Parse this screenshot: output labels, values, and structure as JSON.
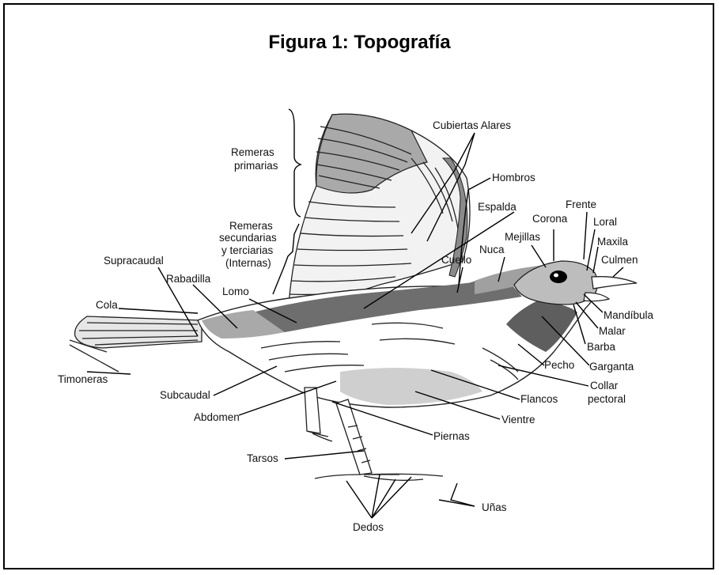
{
  "title": "Figura 1: Topografía",
  "colors": {
    "dark_band": "#6e6e6e",
    "mid_band": "#a9a9a9",
    "light_band": "#cfcfcf",
    "line": "#000000"
  },
  "labels": {
    "cubiertas_alares": "Cubiertas Alares",
    "hombros": "Hombros",
    "remeras_primarias_1": "Remeras",
    "remeras_primarias_2": "primarias",
    "remeras_secundarias_1": "Remeras",
    "remeras_secundarias_2": "secundarias",
    "remeras_secundarias_3": "y terciarias",
    "remeras_secundarias_4": "(Internas)",
    "espalda": "Espalda",
    "frente": "Frente",
    "corona": "Corona",
    "loral": "Loral",
    "mejillas": "Mejillas",
    "maxila": "Maxila",
    "nuca": "Nuca",
    "culmen": "Culmen",
    "cuello": "Cuello",
    "supracaudal": "Supracaudal",
    "rabadilla": "Rabadilla",
    "lomo": "Lomo",
    "cola": "Cola",
    "mandibula": "Mandíbula",
    "malar": "Malar",
    "barba": "Barba",
    "garganta": "Garganta",
    "pecho": "Pecho",
    "timoneras": "Timoneras",
    "subcaudal": "Subcaudal",
    "collar_pectoral_1": "Collar",
    "collar_pectoral_2": "pectoral",
    "flancos": "Flancos",
    "abdomen": "Abdomen",
    "vientre": "Vientre",
    "piernas": "Piernas",
    "tarsos": "Tarsos",
    "unas": "Uñas",
    "dedos": "Dedos"
  }
}
